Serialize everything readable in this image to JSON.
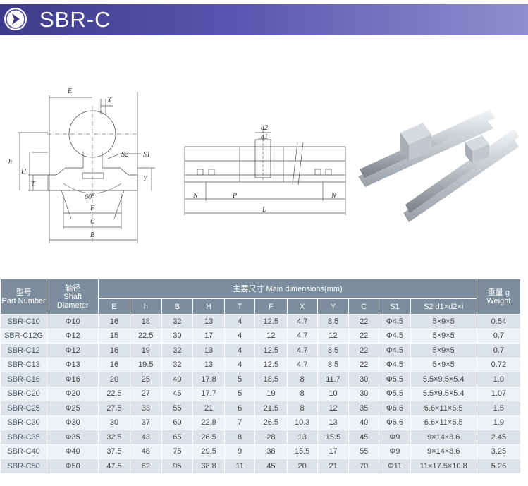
{
  "title": "SBR-C",
  "diagram": {
    "labels": {
      "E": "E",
      "X": "X",
      "h": "h",
      "H": "H",
      "T": "T",
      "Y": "Y",
      "S2": "S2",
      "S1": "S1",
      "angle": "60°",
      "F": "F",
      "C": "C",
      "B": "B",
      "d2": "d2",
      "d1": "d1",
      "N": "N",
      "P": "P",
      "L": "L"
    }
  },
  "table": {
    "header": {
      "part_cn": "型号",
      "part_en": "Part Number",
      "shaft_cn": "轴径",
      "shaft_en1": "Shaft",
      "shaft_en2": "Diameter",
      "main_dims": "主要尺寸  Main dimensions(mm)",
      "weight_cn": "重量 g",
      "weight_en": "Weight"
    },
    "columns": [
      "E",
      "h",
      "B",
      "H",
      "T",
      "F",
      "X",
      "Y",
      "C",
      "S1",
      "S2  d1×d2×i"
    ],
    "rows": [
      [
        "SBR-C10",
        "Φ10",
        "16",
        "18",
        "32",
        "13",
        "4",
        "12.5",
        "4.7",
        "8.5",
        "22",
        "Φ4.5",
        "5×9×5",
        "0.54"
      ],
      [
        "SBR-C12G",
        "Φ12",
        "15",
        "22.5",
        "30",
        "17",
        "4",
        "12",
        "4.7",
        "12",
        "22",
        "Φ4.5",
        "5×9×5",
        "0.7"
      ],
      [
        "SBR-C12",
        "Φ12",
        "16",
        "19",
        "32",
        "13",
        "4",
        "12.5",
        "4.7",
        "8.5",
        "22",
        "Φ4.5",
        "5×9×5",
        "0.7"
      ],
      [
        "SBR-C13",
        "Φ13",
        "16",
        "19.5",
        "32",
        "13",
        "4",
        "12.5",
        "4.7",
        "8.5",
        "22",
        "Φ4.5",
        "5×9×5",
        "0.72"
      ],
      [
        "SBR-C16",
        "Φ16",
        "20",
        "25",
        "40",
        "17.8",
        "5",
        "18.5",
        "8",
        "11.7",
        "30",
        "Φ5.5",
        "5.5×9.5×5.4",
        "1.0"
      ],
      [
        "SBR-C20",
        "Φ20",
        "22.5",
        "27",
        "45",
        "17.7",
        "5",
        "19",
        "8",
        "10",
        "30",
        "Φ5.5",
        "5.5×9.5×5.4",
        "1.07"
      ],
      [
        "SBR-C25",
        "Φ25",
        "27.5",
        "33",
        "55",
        "21",
        "6",
        "21.5",
        "8",
        "12",
        "35",
        "Φ6.6",
        "6.6×11×6.5",
        "1.5"
      ],
      [
        "SBR-C30",
        "Φ30",
        "30",
        "37",
        "60",
        "22.8",
        "7",
        "26.5",
        "10.3",
        "13",
        "40",
        "Φ6.6",
        "6.6×11×6.5",
        "1.9"
      ],
      [
        "SBR-C35",
        "Φ35",
        "32.5",
        "43",
        "65",
        "26.5",
        "8",
        "28",
        "13",
        "15.5",
        "45",
        "Φ9",
        "9×14×8.6",
        "2.45"
      ],
      [
        "SBR-C40",
        "Φ40",
        "37.5",
        "48",
        "75",
        "29.5",
        "9",
        "38",
        "15.5",
        "17",
        "55",
        "Φ9",
        "9×14×8.6",
        "3.25"
      ],
      [
        "SBR-C50",
        "Φ50",
        "47.5",
        "62",
        "95",
        "38.8",
        "11",
        "45",
        "20",
        "21",
        "70",
        "Φ11",
        "11×17.5×10.8",
        "5.26"
      ]
    ]
  }
}
